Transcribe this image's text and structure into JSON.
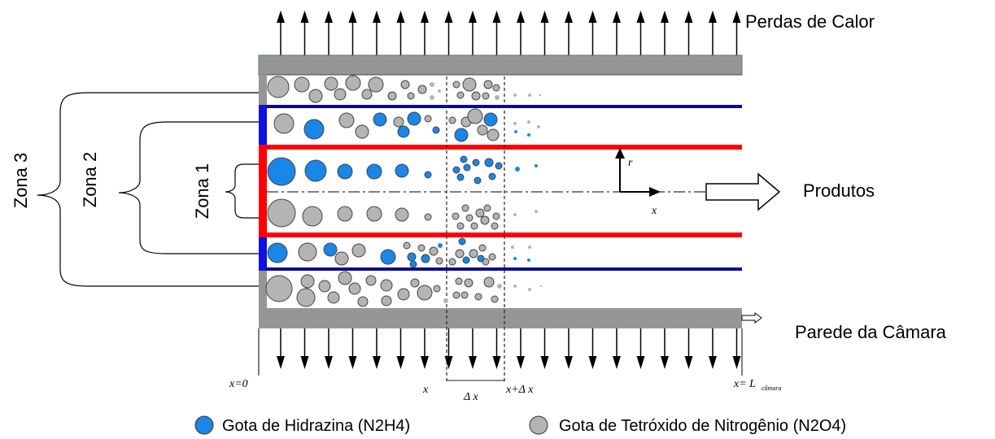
{
  "labels": {
    "heat_loss": "Perdas de Calor",
    "products": "Produtos",
    "chamber_wall": "Parede da Câmara",
    "zone1": "Zona 1",
    "zone2": "Zona 2",
    "zone3": "Zona 3",
    "x_zero": "x=0",
    "x_pos": "x",
    "delta_x": "Δ x",
    "x_plus_dx": "x+Δ x",
    "x_end_main": "x= L",
    "x_end_sub": "câmara",
    "axis_r": "r",
    "axis_x": "x"
  },
  "legend": {
    "hydrazine": "Gota de Hidrazina (N2H4)",
    "nto": "Gota de Tetróxido de Nitrogênio (N2O4)"
  },
  "colors": {
    "hydrazine": "#1a86e6",
    "nto": "#b4b4b4",
    "wall": "#969696",
    "zone1_border": "#ff0000",
    "zone2_border": "#0000a0",
    "droplet_stroke": "#444444"
  }
}
